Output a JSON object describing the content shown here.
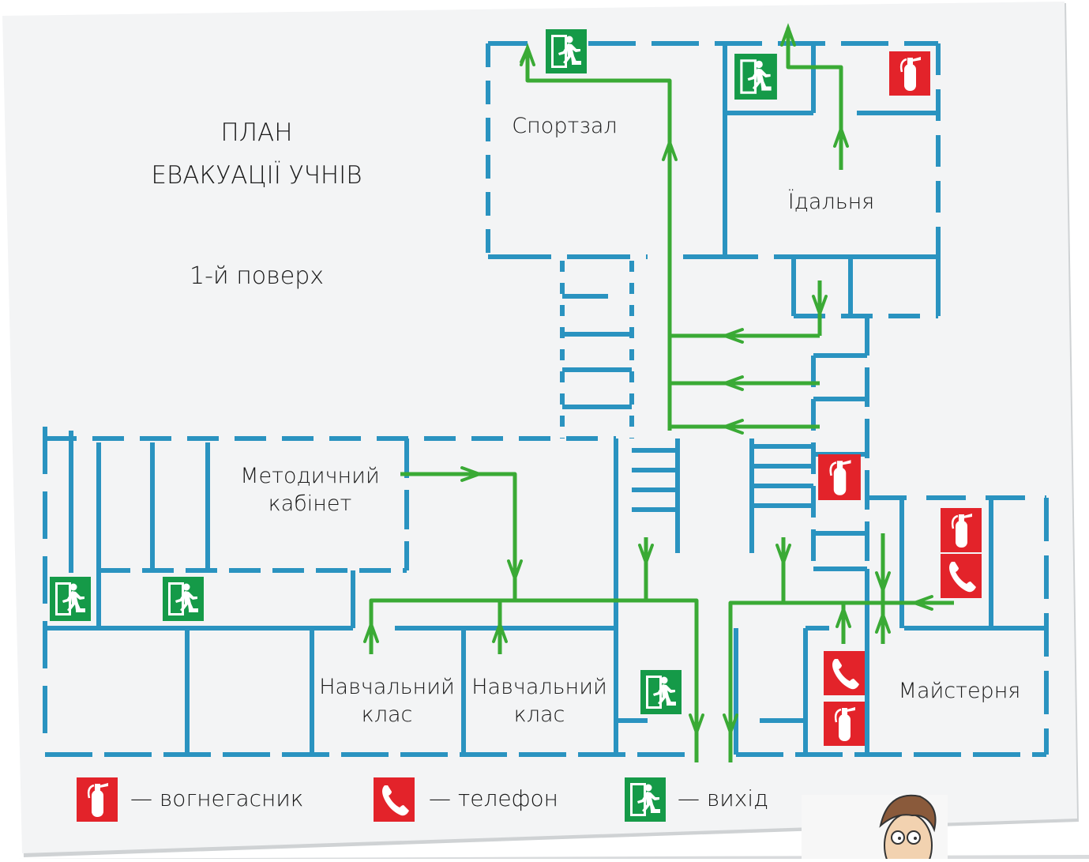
{
  "title": {
    "line1": "ПЛАН",
    "line2": "ЕВАКУАЦІЇ  УЧНІВ",
    "floor": "1-й  поверх"
  },
  "rooms": {
    "gym": "Спортзал",
    "dining": "Їдальня",
    "methodical_1": "Методичний",
    "methodical_2": "кабінет",
    "classroom1_1": "Навчальний",
    "classroom1_2": "клас",
    "classroom2_1": "Навчальний",
    "classroom2_2": "клас",
    "workshop": "Майстерня"
  },
  "legend": {
    "extinguisher": "— вогнегасник",
    "phone": "— телефон",
    "exit": "— вихід"
  },
  "colors": {
    "wall": "#2a93c0",
    "route": "#3aaa35",
    "extinguisher": "#e3232a",
    "exit": "#159a48",
    "paper": "#f2f3f4"
  },
  "icons": {
    "extinguisher": "fire-extinguisher-icon",
    "phone": "phone-icon",
    "exit": "emergency-exit-icon"
  }
}
